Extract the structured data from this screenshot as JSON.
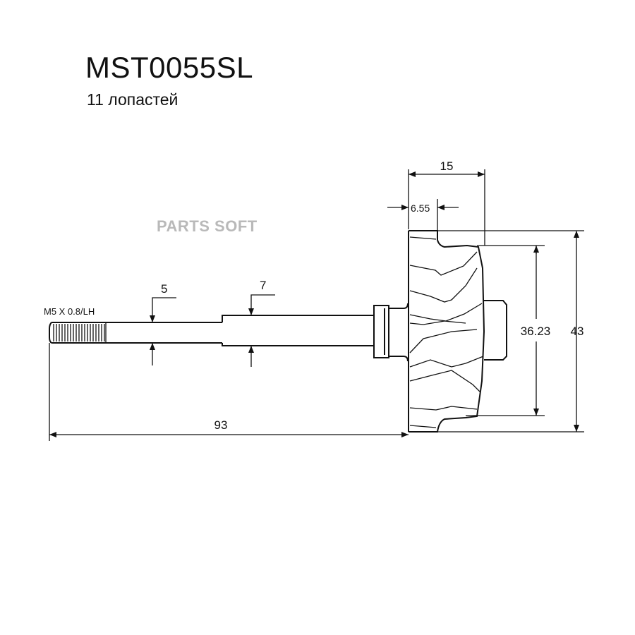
{
  "title": "MST0055SL",
  "subtitle": "11 лопастей",
  "watermark": "PARTS SOFT",
  "dimensions": {
    "thread": "M5 X 0.8/LH",
    "shaft_small_dia": "5",
    "shaft_large_dia": "7",
    "overall_length": "93",
    "wheel_width": "15",
    "blade_offset": "6.55",
    "inducer_dia": "36.23",
    "wheel_dia": "43"
  }
}
